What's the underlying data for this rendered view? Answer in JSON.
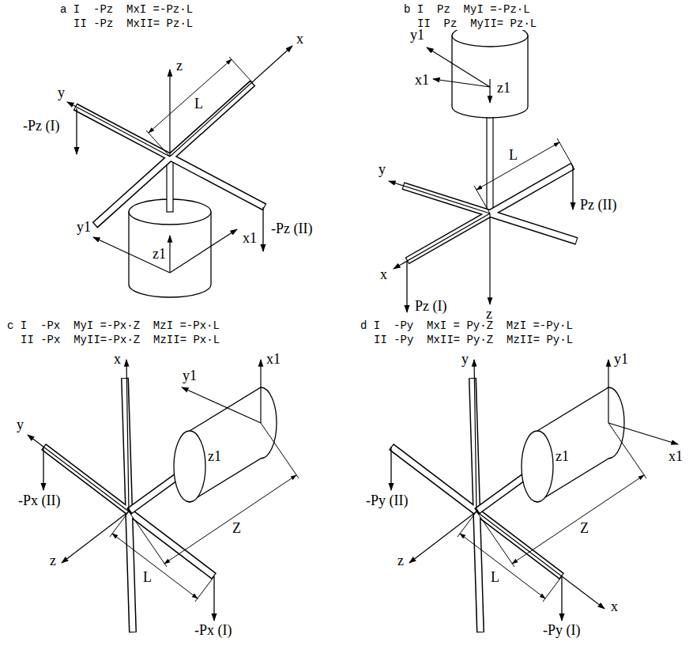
{
  "diagram": {
    "labels": [
      "a I  -Pz  MxI =-Pz·L",
      "II -Pz  MxII= Pz·L",
      "y",
      "x",
      "L",
      "z",
      "-Pz (I)",
      "-Pz (II)",
      "y1",
      "z1",
      "x1",
      "b I  Pz  MyI =-Pz·L",
      "II  Pz  MyII= Pz·L",
      "y1",
      "x1",
      "z1",
      "y",
      "x",
      "z",
      "L",
      "Pz (II)",
      "Pz (I)",
      "c I  -Px  MyI =-Px·Z  MzI =-Px·L",
      "II -Px  MyII=-Px·Z  MzII= Px·L",
      "x",
      "x1",
      "y1",
      "y",
      "z1",
      "-Px (II)",
      "z",
      "L",
      "Z",
      "-Px (I)",
      "d I  -Py  MxI = Py·Z  MzI =-Py·L",
      "II -Py  MxII= Py·Z  MzII= Py·L",
      "y",
      "y1",
      "z1",
      "-Py (II)",
      "z",
      "L",
      "Z",
      "x1",
      "x",
      "-Py (I)"
    ]
  }
}
